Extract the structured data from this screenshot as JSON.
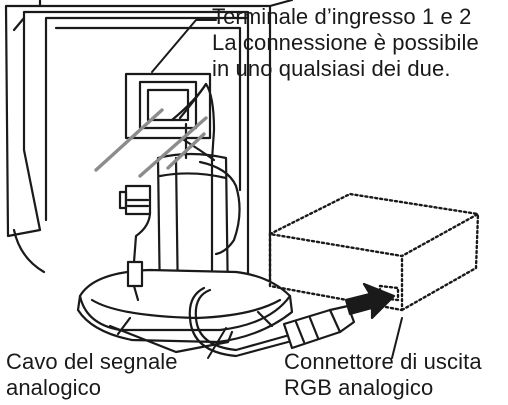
{
  "callouts": {
    "input_terminal": {
      "line1": "Terminale d’ingresso 1 e 2",
      "line2": "La connessione è possibile",
      "line3": "in uno qualsiasi dei due."
    },
    "signal_cable": {
      "line1": "Cavo del segnale",
      "line2": "analogico"
    },
    "output_connector": {
      "line1": "Connettore di uscita",
      "line2": "RGB analogico"
    }
  },
  "colors": {
    "ink": "#1a1a1a",
    "highlight": "#8c8c8c",
    "background": "#ffffff"
  },
  "icons": {
    "arrow": "insert-arrow-icon",
    "plug": "vga-plug-icon"
  }
}
